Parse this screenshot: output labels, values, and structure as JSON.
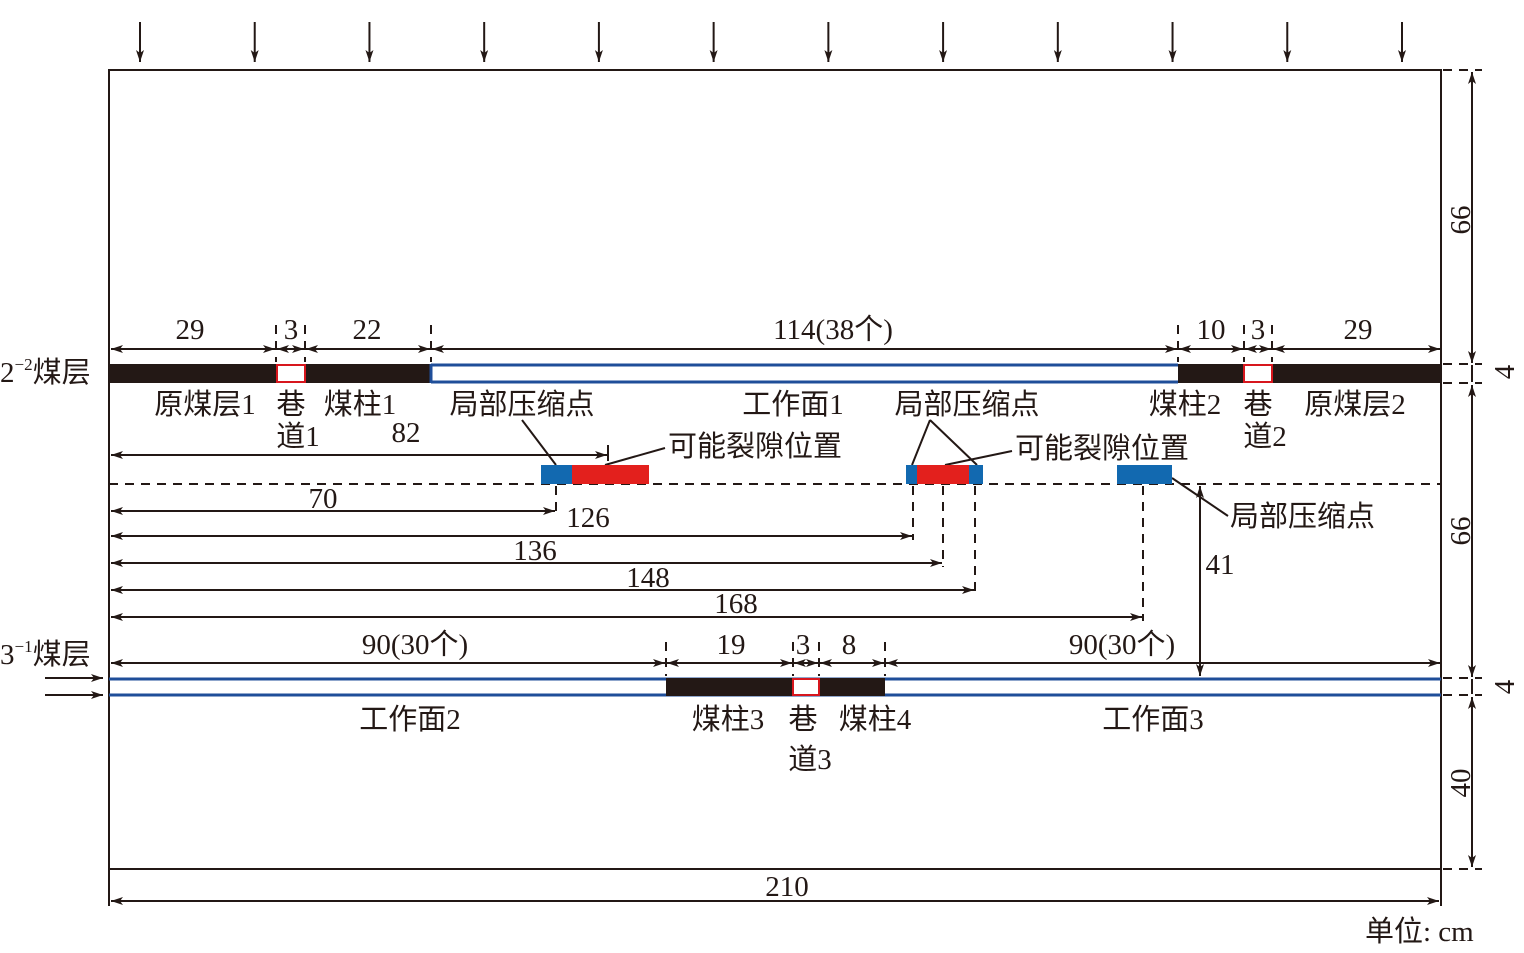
{
  "colors": {
    "coal": "#231815",
    "roadway_outline": "#d7161d",
    "working_face": "#1f4e99",
    "compression": "#1269b0",
    "crack": "#e3201d"
  },
  "seams": {
    "upper": {
      "label_main": "2",
      "label_sup": "−2",
      "label_tail": "煤层"
    },
    "lower": {
      "label_main": "3",
      "label_sup": "−1",
      "label_tail": "煤层"
    }
  },
  "upper_dims": [
    "29",
    "3",
    "22",
    "114(38个)",
    "10",
    "3",
    "29"
  ],
  "upper_labels": {
    "coal1": "原煤层1",
    "road1_a": "巷",
    "road1_b": "道1",
    "pillar1": "煤柱1",
    "face1": "工作面1",
    "pillar2": "煤柱2",
    "road2_a": "巷",
    "road2_b": "道2",
    "coal2": "原煤层2"
  },
  "annotations": {
    "compress1": "局部压缩点",
    "compress2": "局部压缩点",
    "compress3": "局部压缩点",
    "crack1": "可能裂隙位置",
    "crack2": "可能裂隙位置"
  },
  "horizontal_dims": {
    "d82": "82",
    "d70": "70",
    "d126": "126",
    "d136": "136",
    "d148": "148",
    "d168": "168",
    "d41": "41"
  },
  "lower_dims": [
    "90(30个)",
    "19",
    "3",
    "8",
    "90(30个)"
  ],
  "lower_labels": {
    "face2": "工作面2",
    "pillar3": "煤柱3",
    "road3_a": "巷",
    "road3_b": "道3",
    "pillar4": "煤柱4",
    "face3": "工作面3"
  },
  "right_dims": [
    "66",
    "4",
    "66",
    "4",
    "40"
  ],
  "bottom_dim": "210",
  "unit": "单位: cm",
  "load_arrows": 12
}
